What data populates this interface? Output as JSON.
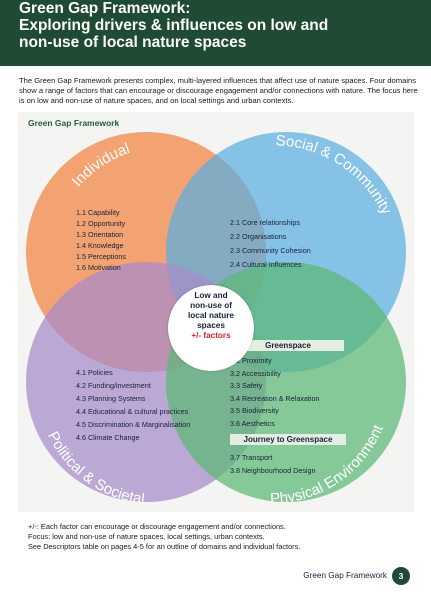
{
  "header": {
    "title_line1": "Green Gap Framework:",
    "title_line2": "Exploring drivers & influences on low and",
    "title_line3": "non-use of local nature spaces"
  },
  "intro": "The Green Gap Framework presents complex, multi-layered influences that affect use of nature spaces. Four domains show a range of factors that can encourage or discourage engagement and/or connections with nature. The focus here is on low and non-use of nature spaces, and on local settings and urban contexts.",
  "diagram": {
    "title": "Green Gap Framework",
    "domains": {
      "individual": {
        "label": "Individual",
        "color": "#f28a4e",
        "factors": [
          "1.1  Capability",
          "1.2  Opportunity",
          "1.3  Orientation",
          "1.4  Knowledge",
          "1.5  Perceptions",
          "1.6  Motivation"
        ]
      },
      "social": {
        "label": "Social & Community",
        "color": "#5aaee0",
        "factors": [
          "2.1  Core relationships",
          "2.2  Organisations",
          "2.3  Community Cohesion",
          "2.4  Cultural Influences"
        ]
      },
      "political": {
        "label": "Political & Societal",
        "color": "#a68ac9",
        "factors": [
          "4.1  Policies",
          "4.2  Funding/investment",
          "4.3  Planning Systems",
          "4.4  Educational & cultural practices",
          "4.5  Discrimination & Marginalisation",
          "4.6  Climate Change"
        ]
      },
      "physical": {
        "label": "Physical Environment",
        "color": "#5cb874",
        "greenspace_heading": "Greenspace",
        "greenspace_factors": [
          "3.1  Proximity",
          "3.2  Accessibility",
          "3.3  Safety",
          "3.4  Recreation & Relaxation",
          "3.5  Biodiversity",
          "3.6  Aesthetics"
        ],
        "journey_heading": "Journey to Greenspace",
        "journey_factors": [
          "3.7  Transport",
          "3.8  Neighbourhood Design"
        ]
      }
    },
    "center": {
      "line1": "Low and",
      "line2": "non-use of",
      "line3": "local nature",
      "line4": "spaces",
      "accent": "+/- factors",
      "accent_color": "#d2232a"
    }
  },
  "notes": {
    "line1": "+/-: Each factor can encourage or discourage engagement and/or connections.",
    "line2": "Focus: low and non-use of nature spaces, local settings, urban contexts.",
    "line3": "See Descriptors table on pages 4-5 for an outline of domains and individual factors."
  },
  "footer": {
    "label": "Green Gap Framework",
    "page": "3"
  },
  "colors": {
    "header_bg": "#1f4a33",
    "panel_bg": "#f4f4f2"
  }
}
